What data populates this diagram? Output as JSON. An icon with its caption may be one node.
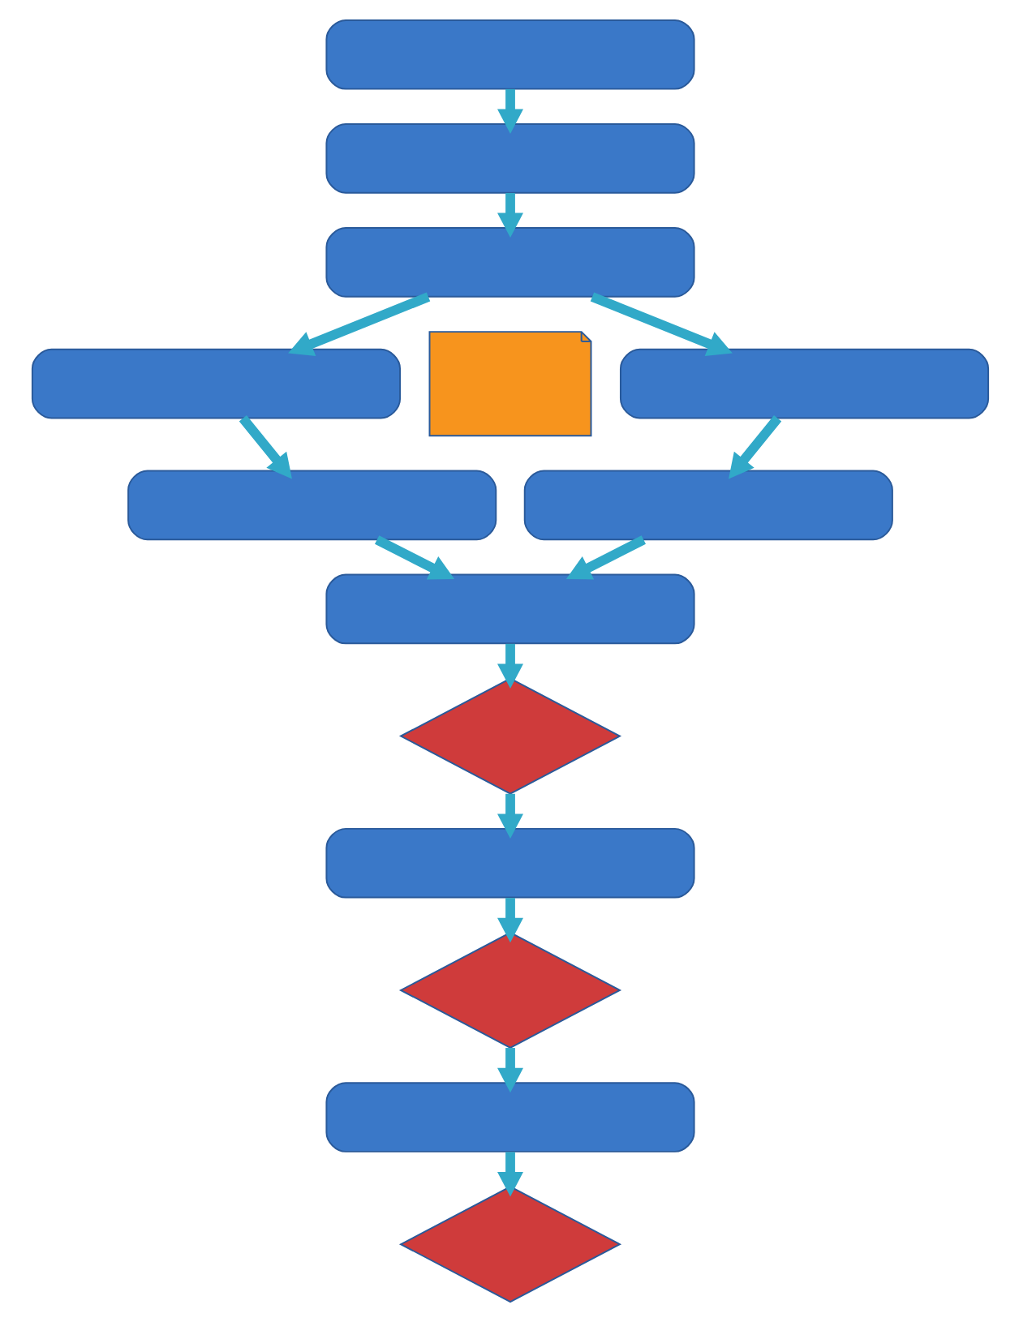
{
  "diagram": {
    "nodes": [
      {
        "text": [],
        "shape": "box"
      },
      {
        "text": [],
        "shape": "box"
      },
      {
        "text": [],
        "shape": "box"
      },
      {
        "text": [],
        "shape": "box"
      },
      {
        "text": [],
        "shape": "box"
      },
      {
        "text": [],
        "shape": "card"
      },
      {
        "text": [],
        "shape": "box"
      },
      {
        "text": [],
        "shape": "box"
      },
      {
        "text": [],
        "shape": "box"
      },
      {
        "text": [],
        "shape": "diamond"
      },
      {
        "text": [],
        "shape": "box"
      },
      {
        "text": [],
        "shape": "diamond"
      },
      {
        "text": [],
        "shape": "box"
      },
      {
        "text": [],
        "shape": "diamond"
      }
    ],
    "edges": [
      {
        "from": 0,
        "to": 1,
        "arrow": "to"
      },
      {
        "from": 1,
        "to": 2,
        "arrow": "to"
      },
      {
        "from": 2,
        "to": 3,
        "arrow": "to"
      },
      {
        "from": 2,
        "to": 4,
        "arrow": "to"
      },
      {
        "from": 3,
        "to": 6,
        "arrow": "to"
      },
      {
        "from": 4,
        "to": 7,
        "arrow": "to"
      },
      {
        "from": 6,
        "to": 8,
        "arrow": "to"
      },
      {
        "from": 7,
        "to": 8,
        "arrow": "to"
      },
      {
        "from": 8,
        "to": 9,
        "arrow": "to"
      },
      {
        "from": 9,
        "to": 10,
        "arrow": "to"
      },
      {
        "from": 10,
        "to": 11,
        "arrow": "to"
      },
      {
        "from": 11,
        "to": 12,
        "arrow": "to"
      },
      {
        "from": 12,
        "to": 13,
        "arrow": "to"
      }
    ]
  }
}
